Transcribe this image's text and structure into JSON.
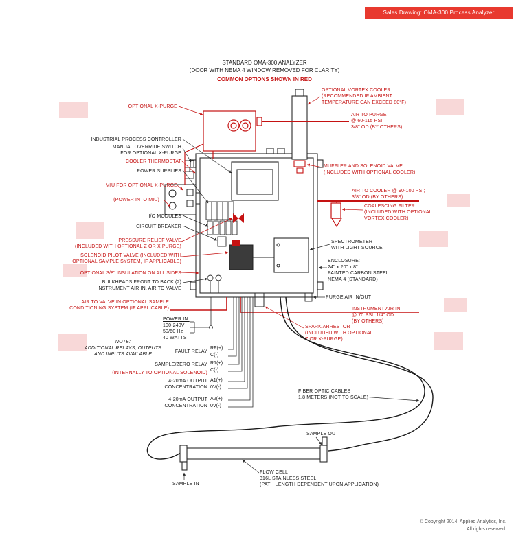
{
  "banner": {
    "text": "Sales Drawing: OMA-300 Process Analyzer"
  },
  "title": {
    "line1": "STANDARD OMA-300 ANALYZER",
    "line2": "(DOOR WITH NEMA 4 WINDOW REMOVED FOR CLARITY)",
    "line3": "COMMON OPTIONS SHOWN IN RED"
  },
  "callouts": {
    "optional_x_purge": "OPTIONAL X-PURGE",
    "vortex_cooler": "OPTIONAL VORTEX COOLER\n(RECOMMENDED IF AMBIENT\nTEMPERATURE CAN EXCEED 80°F)",
    "air_to_purge": "AIR TO PURGE\n@ 60-115 PSI;\n3/8\" OD (BY OTHERS)",
    "industrial_process_controller": "INDUSTRIAL PROCESS CONTROLLER",
    "manual_override": "MANUAL OVERRIDE SWITCH\nFOR OPTIONAL X-PURGE",
    "cooler_thermostat": "COOLER THERMOSTAT",
    "power_supplies": "POWER SUPPLIES",
    "miu": "MIU FOR OPTIONAL X-PURGE",
    "power_into_miu": "(POWER INTO MIU)",
    "io_modules": "I/O MODULES",
    "circuit_breaker": "CIRCUIT BREAKER",
    "pressure_relief_valve": "PRESSURE RELIEF VALVE\n(INCLUDED WITH OPTIONAL Z OR X PURGE)",
    "solenoid_pilot_valve": "SOLENOID PILOT VALVE (INCLUDED WITH\nOPTIONAL SAMPLE SYSTEM, IF APPLICABLE)",
    "insulation": "OPTIONAL 3/8\" INSULATION ON ALL SIDES",
    "bulkheads": "BULKHEADS FRONT TO BACK (2)\nINSTRUMENT AIR IN, AIR TO VALVE",
    "air_to_valve": "AIR TO VALVE IN OPTIONAL SAMPLE\nCONDITIONING SYSTEM (IF APPLICABLE)",
    "muffler_solenoid": "MUFFLER AND SOLENOID VALVE\n(INCLUDED WITH OPTIONAL COOLER)",
    "air_to_cooler": "AIR TO COOLER @ 90-100 PSI;\n3/8\" OD (BY OTHERS)",
    "coalescing_filter": "COALESCING FILTER\n(INCLUDED WITH OPTIONAL\nVORTEX COOLER)",
    "spectrometer": "SPECTROMETER\nWITH LIGHT SOURCE",
    "enclosure": "ENCLOSURE:\n24\" x 20\" x 8\"\nPAINTED CARBON STEEL\nNEMA 4 (STANDARD)",
    "purge_air": "PURGE AIR IN/OUT",
    "instrument_air": "INSTRUMENT AIR IN\n@ 70 PSI; 1/4\" OD\n(BY OTHERS)",
    "spark_arrestor": "SPARK ARRESTOR\n(INCLUDED WITH OPTIONAL\nZ OR X-PURGE)",
    "fiber_optic": "FIBER OPTIC CABLES\n1.8 METERS (NOT TO SCALE)",
    "sample_out": "SAMPLE OUT",
    "sample_in": "SAMPLE IN",
    "flow_cell": "FLOW CELL\n316L STAINLESS STEEL\n(PATH LENGTH DEPENDENT UPON APPLICATION)"
  },
  "power_in": {
    "heading": "POWER IN:",
    "lines": "100-240V\n50/60 Hz\n40 WATTS"
  },
  "note": {
    "heading": "NOTE:",
    "body": "ADDITIONAL RELAYS, OUTPUTS\nAND INPUTS AVAILABLE"
  },
  "io_block": {
    "fault_relay": "FAULT RELAY",
    "fault_terms": {
      "pos": "RF(+)",
      "neg": "C(-)"
    },
    "sample_zero_relay": "SAMPLE/ZERO RELAY",
    "sample_terms": {
      "pos": "R1(+)",
      "neg": "C(-)"
    },
    "internally": "(INTERNALLY TO OPTIONAL SOLENOID)",
    "out1": "4-20mA OUTPUT\nCONCENTRATION",
    "out1_terms": {
      "pos": "A1(+)",
      "neg": "0V(-)"
    },
    "out2": "4-20mA OUTPUT\nCONCENTRATION",
    "out2_terms": {
      "pos": "A2(+)",
      "neg": "0V(-)"
    }
  },
  "footer": {
    "copyright": "© Copyright 2014, Applied Analytics, Inc.",
    "rights": "All rights reserved."
  },
  "colors": {
    "accent_red": "#c51212",
    "banner_red": "#e8392f",
    "line_black": "#2a2a2a",
    "watermark_pink": "#f8d8d8"
  }
}
